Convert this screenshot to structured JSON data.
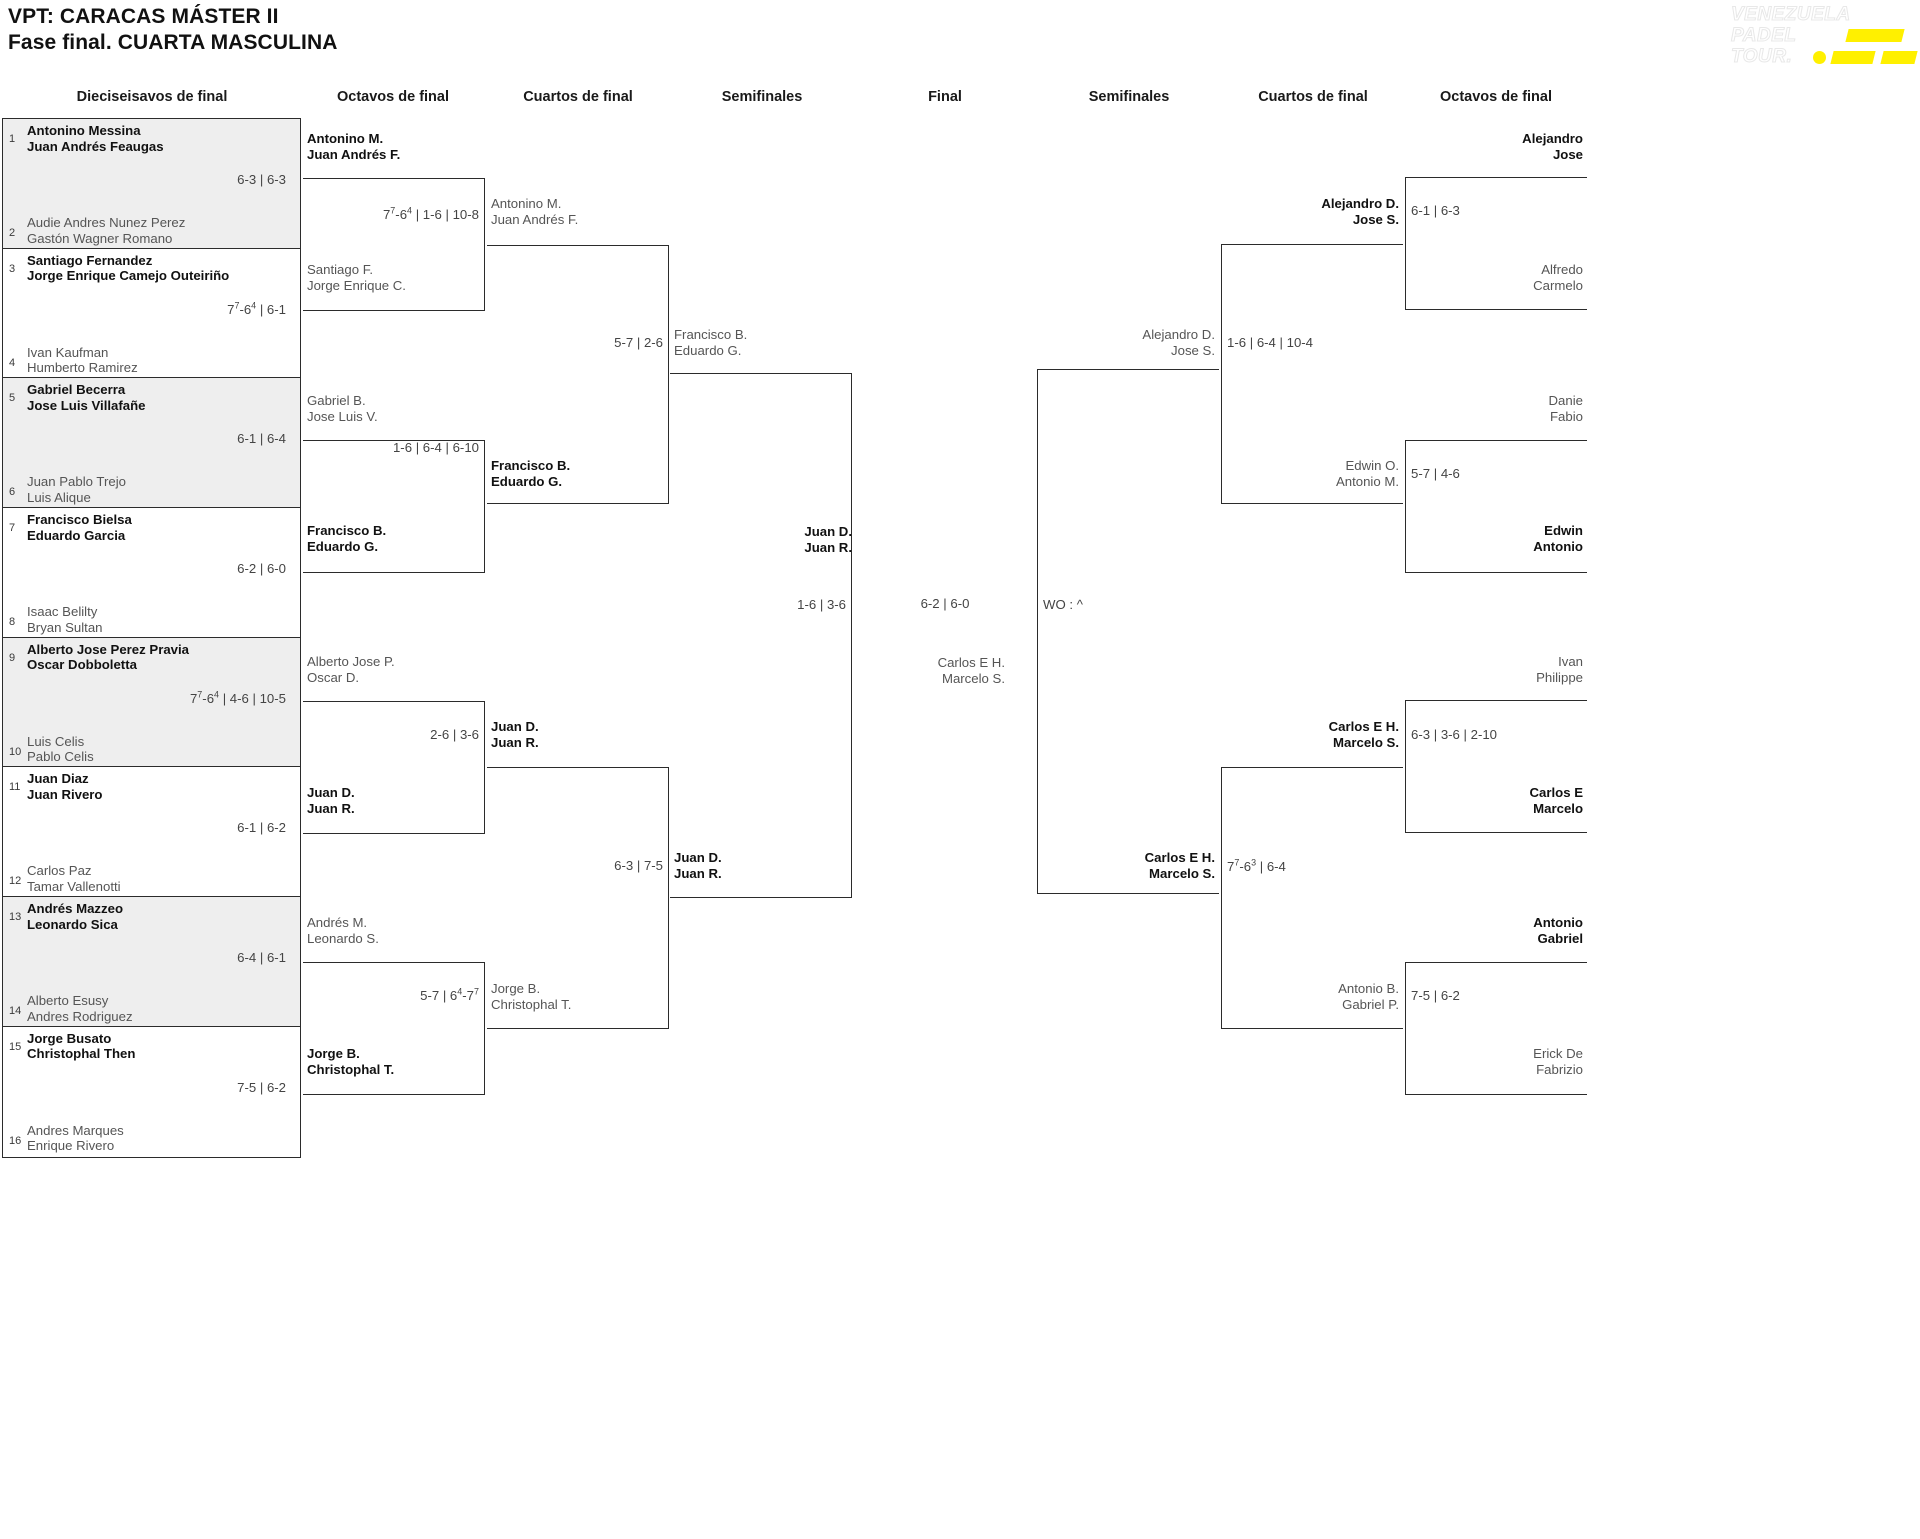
{
  "header": {
    "title_line1": "VPT: CARACAS MÁSTER II",
    "title_line2": "Fase final. CUARTA MASCULINA"
  },
  "logo": {
    "word1": "VENEZUELA",
    "word2": "PADEL",
    "word3": "TOUR.",
    "accent_color": "#fff000",
    "outline_color": "#e8e8e8"
  },
  "round_labels": {
    "l_r32": "Dieciseisavos de final",
    "l_r16": "Octavos de final",
    "l_qf": "Cuartos de final",
    "l_sf": "Semifinales",
    "final": "Final",
    "r_sf": "Semifinales",
    "r_qf": "Cuartos de final",
    "r_r16": "Octavos de final"
  },
  "colors": {
    "winner": "#111111",
    "loser": "#555555",
    "line": "#2b2b2b",
    "shade": "#eeeeee",
    "background": "#ffffff"
  },
  "left_r32": [
    {
      "seed_top": "1",
      "top_l1": "Antonino Messina",
      "top_l2": "Juan Andrés Feaugas",
      "top_win": true,
      "seed_bot": "2",
      "bot_l1": "Audie Andres Nunez Perez",
      "bot_l2": "Gastón Wagner Romano",
      "bot_win": false,
      "score": "6-3 | 6-3",
      "shaded": true
    },
    {
      "seed_top": "3",
      "top_l1": "Santiago Fernandez",
      "top_l2": "Jorge Enrique Camejo Outeiriño",
      "top_win": true,
      "seed_bot": "4",
      "bot_l1": "Ivan Kaufman",
      "bot_l2": "Humberto Ramirez",
      "bot_win": false,
      "score_html": "7<sup>7</sup>-6<sup>4</sup> | 6-1",
      "shaded": false
    },
    {
      "seed_top": "5",
      "top_l1": "Gabriel Becerra",
      "top_l2": "Jose Luis Villafañe",
      "top_win": true,
      "seed_bot": "6",
      "bot_l1": "Juan Pablo Trejo",
      "bot_l2": "Luis Alique",
      "bot_win": false,
      "score": "6-1 | 6-4",
      "shaded": true
    },
    {
      "seed_top": "7",
      "top_l1": "Francisco Bielsa",
      "top_l2": "Eduardo Garcia",
      "top_win": true,
      "seed_bot": "8",
      "bot_l1": "Isaac Belilty",
      "bot_l2": "Bryan Sultan",
      "bot_win": false,
      "score": "6-2 | 6-0",
      "shaded": false
    },
    {
      "seed_top": "9",
      "top_l1": "Alberto Jose Perez Pravia",
      "top_l2": "Oscar Dobboletta",
      "top_win": true,
      "seed_bot": "10",
      "bot_l1": "Luis Celis",
      "bot_l2": "Pablo Celis",
      "bot_win": false,
      "score_html": "7<sup>7</sup>-6<sup>4</sup> | 4-6 | 10-5",
      "shaded": true
    },
    {
      "seed_top": "11",
      "top_l1": "Juan Diaz",
      "top_l2": "Juan Rivero",
      "top_win": true,
      "seed_bot": "12",
      "bot_l1": "Carlos Paz",
      "bot_l2": "Tamar Vallenotti",
      "bot_win": false,
      "score": "6-1 | 6-2",
      "shaded": false
    },
    {
      "seed_top": "13",
      "top_l1": "Andrés Mazzeo",
      "top_l2": "Leonardo Sica",
      "top_win": true,
      "seed_bot": "14",
      "bot_l1": "Alberto Esusy",
      "bot_l2": "Andres Rodriguez",
      "bot_win": false,
      "score": "6-4 | 6-1",
      "shaded": true
    },
    {
      "seed_top": "15",
      "top_l1": "Jorge Busato",
      "top_l2": "Christophal Then",
      "top_win": true,
      "seed_bot": "16",
      "bot_l1": "Andres Marques",
      "bot_l2": "Enrique Rivero",
      "bot_win": false,
      "score": "7-5 | 6-2",
      "shaded": false
    }
  ],
  "left_r16": [
    {
      "top_l1": "Antonino M.",
      "top_l2": "Juan Andrés F.",
      "top_win": true,
      "bot_l1": "Santiago F.",
      "bot_l2": "Jorge Enrique C.",
      "bot_win": false,
      "score_html": "7<sup>7</sup>-6<sup>4</sup> | 1-6 | 10-8"
    },
    {
      "top_l1": "Gabriel B.",
      "top_l2": "Jose Luis V.",
      "top_win": false,
      "bot_l1": "Francisco B.",
      "bot_l2": "Eduardo G.",
      "bot_win": true,
      "score": "1-6 | 6-4 | 6-10"
    },
    {
      "top_l1": "Alberto Jose P.",
      "top_l2": "Oscar D.",
      "top_win": false,
      "bot_l1": "Juan D.",
      "bot_l2": "Juan R.",
      "bot_win": true,
      "score": "2-6 | 3-6"
    },
    {
      "top_l1": "Andrés M.",
      "top_l2": "Leonardo S.",
      "top_win": false,
      "bot_l1": "Jorge B.",
      "bot_l2": "Christophal T.",
      "bot_win": true,
      "score_html": "5-7 | 6<sup>4</sup>-7<sup>7</sup>"
    }
  ],
  "left_qf": [
    {
      "top_l1": "Antonino M.",
      "top_l2": "Juan Andrés F.",
      "top_win": false,
      "bot_l1": "Francisco B.",
      "bot_l2": "Eduardo G.",
      "bot_win": true,
      "score": "5-7 | 2-6"
    },
    {
      "top_l1": "Juan D.",
      "top_l2": "Juan R.",
      "top_win": true,
      "bot_l1": "Jorge B.",
      "bot_l2": "Christophal T.",
      "bot_win": false,
      "score": "6-3 | 7-5"
    }
  ],
  "left_sf": [
    {
      "top_l1": "Francisco B.",
      "top_l2": "Eduardo G.",
      "top_win": false,
      "bot_l1": "Juan D.",
      "bot_l2": "Juan R.",
      "bot_win": true,
      "score": "1-6 | 3-6"
    }
  ],
  "final": {
    "left_l1": "Juan D.",
    "left_l2": "Juan R.",
    "left_win": true,
    "right_l1": "Carlos E H.",
    "right_l2": "Marcelo S.",
    "right_win": false,
    "score": "6-2 | 6-0"
  },
  "right_sf": [
    {
      "top_l1": "Alejandro D.",
      "top_l2": "Jose S.",
      "top_win": false,
      "bot_l1": "Carlos E H.",
      "bot_l2": "Marcelo S.",
      "bot_win": true,
      "score": "WO : ^"
    }
  ],
  "right_qf": [
    {
      "top_l1": "Alejandro D.",
      "top_l2": "Jose S.",
      "top_win": true,
      "bot_l1": "Edwin O.",
      "bot_l2": "Antonio M.",
      "bot_win": false,
      "score": "1-6 | 6-4 | 10-4"
    },
    {
      "top_l1": "Carlos E H.",
      "top_l2": "Marcelo S.",
      "top_win": true,
      "bot_l1": "Antonio B.",
      "bot_l2": "Gabriel P.",
      "bot_win": false,
      "score_html": "7<sup>7</sup>-6<sup>3</sup> | 6-4"
    }
  ],
  "right_r16": [
    {
      "top_l1": "Alejandro",
      "top_l2": "Jose",
      "top_win": true,
      "bot_l1": "Alfredo",
      "bot_l2": "Carmelo",
      "bot_win": false,
      "score": "6-1 | 6-3"
    },
    {
      "top_l1": "Danie",
      "top_l2": "Fabio",
      "top_win": false,
      "bot_l1": "Edwin",
      "bot_l2": "Antonio",
      "bot_win": true,
      "score": "5-7 | 4-6"
    },
    {
      "top_l1": "Ivan",
      "top_l2": "Philippe",
      "top_win": false,
      "bot_l1": "Carlos E",
      "bot_l2": "Marcelo",
      "bot_win": true,
      "score": "6-3 | 3-6 | 2-10"
    },
    {
      "top_l1": "Antonio",
      "top_l2": "Gabriel",
      "top_win": true,
      "bot_l1": "Erick De",
      "bot_l2": "Fabrizio",
      "bot_win": false,
      "score": "7-5 | 6-2"
    }
  ]
}
